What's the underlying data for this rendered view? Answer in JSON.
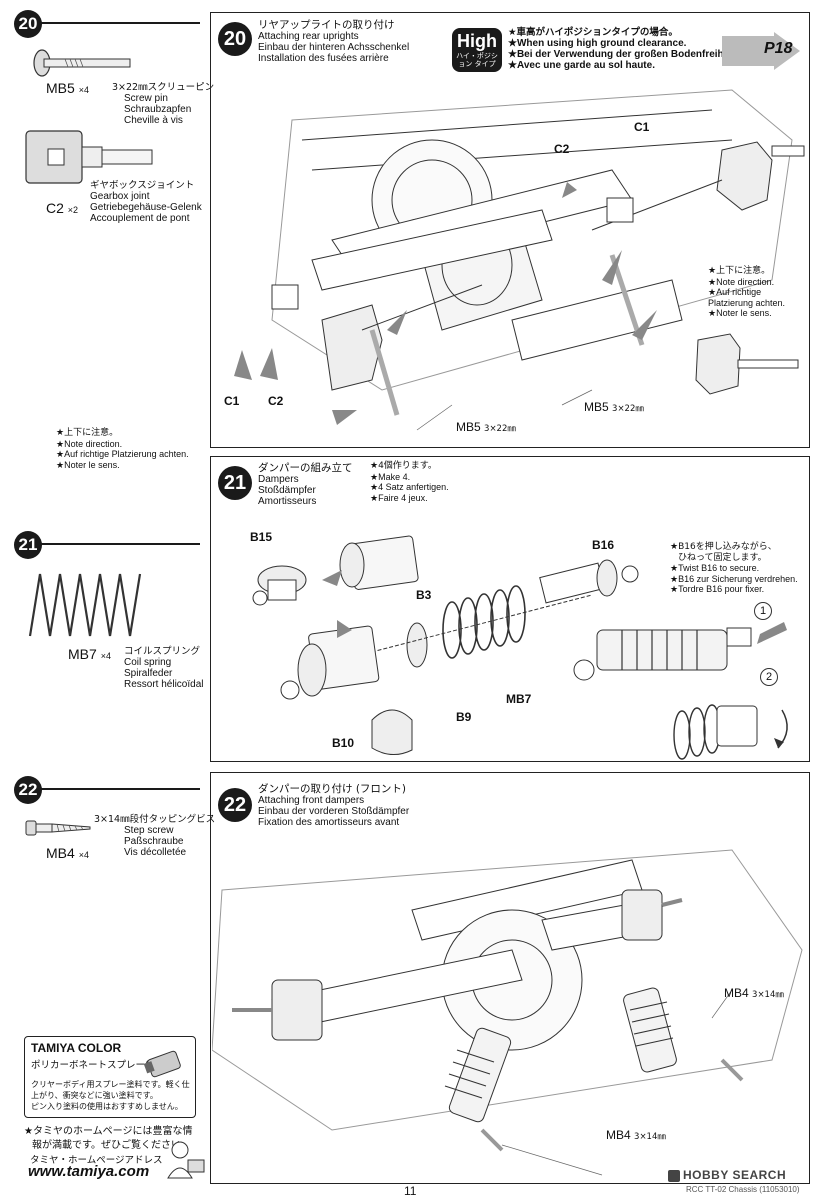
{
  "page_number": "11",
  "footer_right": "RCC TT-02 Chassis (11053010)",
  "watermark": "HOBBY SEARCH",
  "left": {
    "s20": {
      "num": "20",
      "part_code": "MB5",
      "part_qty": "×4",
      "part_size_ja": "3×22㎜スクリューピン",
      "part_en": "Screw pin",
      "part_de": "Schraubzapfen",
      "part_fr": "Cheville à vis",
      "part2_code": "C2",
      "part2_qty": "×2",
      "part2_ja": "ギヤボックスジョイント",
      "part2_en": "Gearbox joint",
      "part2_de": "Getriebegehäuse-Gelenk",
      "part2_fr": "Accouplement de pont"
    },
    "s21": {
      "num": "21",
      "part_code": "MB7",
      "part_qty": "×4",
      "part_ja": "コイルスプリング",
      "part_en": "Coil spring",
      "part_de": "Spiralfeder",
      "part_fr": "Ressort hélicoïdal"
    },
    "s22": {
      "num": "22",
      "part_code": "MB4",
      "part_qty": "×4",
      "part_size_ja": "3×14㎜段付タッピングビス",
      "part_en": "Step screw",
      "part_de": "Paßschraube",
      "part_fr": "Vis décolletée"
    },
    "tamiya_color": {
      "title": "TAMIYA COLOR",
      "subtitle": "ポリカーボネートスプレー(ミニ)",
      "line1": "クリヤーボディ用スプレー塗料です。軽く仕",
      "line2": "上がり、衝突などに強い塗料です。",
      "line3": "ピン入り塗料の使用はおすすめしません。"
    },
    "homepage": {
      "line1": "★タミヤのホームページには豊富な情",
      "line2": "報が満載です。ぜひご覧ください。",
      "address_label": "タミヤ・ホームページアドレス",
      "url": "www.tamiya.com"
    }
  },
  "step20": {
    "num": "20",
    "title_ja": "リヤアップライトの取り付け",
    "title_en": "Attaching rear uprights",
    "title_de": "Einbau der hinteren Achsschenkel",
    "title_fr": "Installation des fusées arrière",
    "high_badge": "High",
    "high_sub": "ハイ・ポジション タイプ",
    "high_ja": "★車高がハイポジションタイプの場合。",
    "high_en": "★When using high ground clearance.",
    "high_de": "★Bei der Verwendung der großen Bodenfreiheit.",
    "high_fr": "★Avec une garde au sol haute.",
    "page_ref": "P18",
    "labels": {
      "c1_top": "C1",
      "c2_top": "C2",
      "c1_bot": "C1",
      "c2_bot": "C2",
      "mb5_a": "MB5",
      "mb5_a_size": "3×22㎜",
      "mb5_b": "MB5",
      "mb5_b_size": "3×22㎜"
    },
    "note_right_ja": "★上下に注意。",
    "note_right_en": "★Note direction.",
    "note_right_de": "★Auf richtige",
    "note_right_de2": "Platzierung achten.",
    "note_right_fr": "★Noter le sens.",
    "note_left_ja": "★上下に注意。",
    "note_left_en": "★Note direction.",
    "note_left_de": "★Auf richtige Platzierung achten.",
    "note_left_fr": "★Noter le sens."
  },
  "step21": {
    "num": "21",
    "title_ja": "ダンパーの組み立て",
    "title_en": "Dampers",
    "title_de": "Stoßdämpfer",
    "title_fr": "Amortisseurs",
    "make_ja": "★4個作ります。",
    "make_en": "★Make 4.",
    "make_de": "★4 Satz anfertigen.",
    "make_fr": "★Faire 4 jeux.",
    "labels": {
      "b15": "B15",
      "b3": "B3",
      "b16": "B16",
      "b9": "B9",
      "mb7": "MB7",
      "b10": "B10",
      "one": "1",
      "two": "2"
    },
    "twist_ja": "★B16を押し込みながら、",
    "twist_ja2": "ひねって固定します。",
    "twist_en": "★Twist B16 to secure.",
    "twist_de": "★B16 zur Sicherung verdrehen.",
    "twist_fr": "★Tordre B16 pour fixer."
  },
  "step22": {
    "num": "22",
    "title_ja": "ダンパーの取り付け (フロント)",
    "title_en": "Attaching front dampers",
    "title_de": "Einbau der vorderen Stoßdämpfer",
    "title_fr": "Fixation des amortisseurs avant",
    "labels": {
      "mb4_a": "MB4",
      "mb4_a_size": "3×14㎜",
      "mb4_b": "MB4",
      "mb4_b_size": "3×14㎜"
    }
  }
}
